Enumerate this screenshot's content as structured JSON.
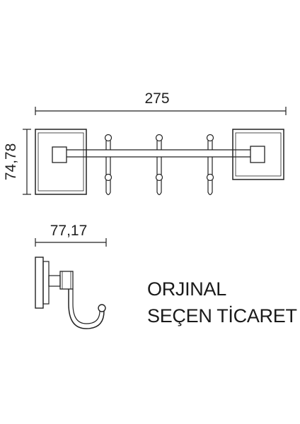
{
  "dimensions": {
    "width": "275",
    "height": "74,78",
    "depth": "77,17"
  },
  "brand": {
    "line1": "ORJINAL",
    "line2": "SEÇEN TİCARET"
  },
  "colors": {
    "line": "#222222",
    "background": "#ffffff"
  }
}
